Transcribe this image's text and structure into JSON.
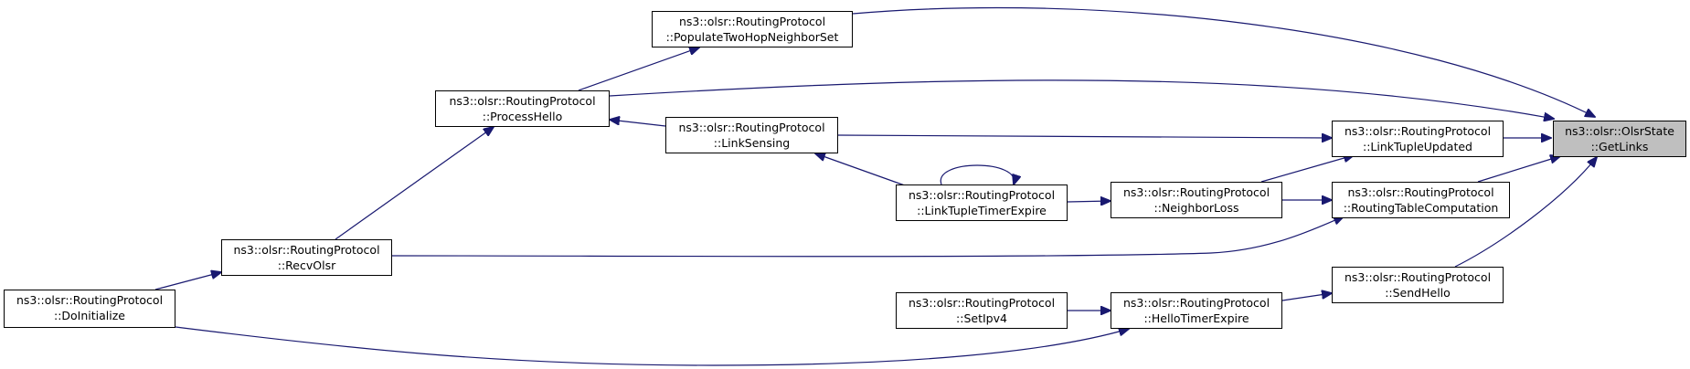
{
  "colors": {
    "edge": "#191970",
    "node_border": "#000000",
    "highlight_fill": "#bfbfbf"
  },
  "nodes": {
    "getlinks": {
      "line1": "ns3::olsr::OlsrState",
      "line2": "::GetLinks"
    },
    "populate_two_hop": {
      "line1": "ns3::olsr::RoutingProtocol",
      "line2": "::PopulateTwoHopNeighborSet"
    },
    "process_hello": {
      "line1": "ns3::olsr::RoutingProtocol",
      "line2": "::ProcessHello"
    },
    "link_sensing": {
      "line1": "ns3::olsr::RoutingProtocol",
      "line2": "::LinkSensing"
    },
    "link_tuple_updated": {
      "line1": "ns3::olsr::RoutingProtocol",
      "line2": "::LinkTupleUpdated"
    },
    "link_tuple_timer_expire": {
      "line1": "ns3::olsr::RoutingProtocol",
      "line2": "::LinkTupleTimerExpire"
    },
    "neighbor_loss": {
      "line1": "ns3::olsr::RoutingProtocol",
      "line2": "::NeighborLoss"
    },
    "routing_table_computation": {
      "line1": "ns3::olsr::RoutingProtocol",
      "line2": "::RoutingTableComputation"
    },
    "recv_olsr": {
      "line1": "ns3::olsr::RoutingProtocol",
      "line2": "::RecvOlsr"
    },
    "do_initialize": {
      "line1": "ns3::olsr::RoutingProtocol",
      "line2": "::DoInitialize"
    },
    "send_hello": {
      "line1": "ns3::olsr::RoutingProtocol",
      "line2": "::SendHello"
    },
    "hello_timer_expire": {
      "line1": "ns3::olsr::RoutingProtocol",
      "line2": "::HelloTimerExpire"
    },
    "set_ipv4": {
      "line1": "ns3::olsr::RoutingProtocol",
      "line2": "::SetIpv4"
    }
  },
  "edges": [
    {
      "from": "populate_two_hop",
      "to": "getlinks"
    },
    {
      "from": "process_hello",
      "to": "getlinks"
    },
    {
      "from": "link_tuple_updated",
      "to": "getlinks"
    },
    {
      "from": "routing_table_computation",
      "to": "getlinks"
    },
    {
      "from": "send_hello",
      "to": "getlinks"
    },
    {
      "from": "process_hello",
      "to": "populate_two_hop"
    },
    {
      "from": "recv_olsr",
      "to": "process_hello"
    },
    {
      "from": "link_sensing",
      "to": "process_hello"
    },
    {
      "from": "link_sensing",
      "to": "link_tuple_updated"
    },
    {
      "from": "neighbor_loss",
      "to": "link_tuple_updated"
    },
    {
      "from": "link_tuple_timer_expire",
      "to": "link_sensing"
    },
    {
      "from": "link_tuple_timer_expire",
      "to": "link_tuple_timer_expire"
    },
    {
      "from": "link_tuple_timer_expire",
      "to": "neighbor_loss"
    },
    {
      "from": "neighbor_loss",
      "to": "routing_table_computation"
    },
    {
      "from": "recv_olsr",
      "to": "routing_table_computation"
    },
    {
      "from": "do_initialize",
      "to": "recv_olsr"
    },
    {
      "from": "hello_timer_expire",
      "to": "send_hello"
    },
    {
      "from": "set_ipv4",
      "to": "hello_timer_expire"
    },
    {
      "from": "do_initialize",
      "to": "hello_timer_expire"
    }
  ]
}
